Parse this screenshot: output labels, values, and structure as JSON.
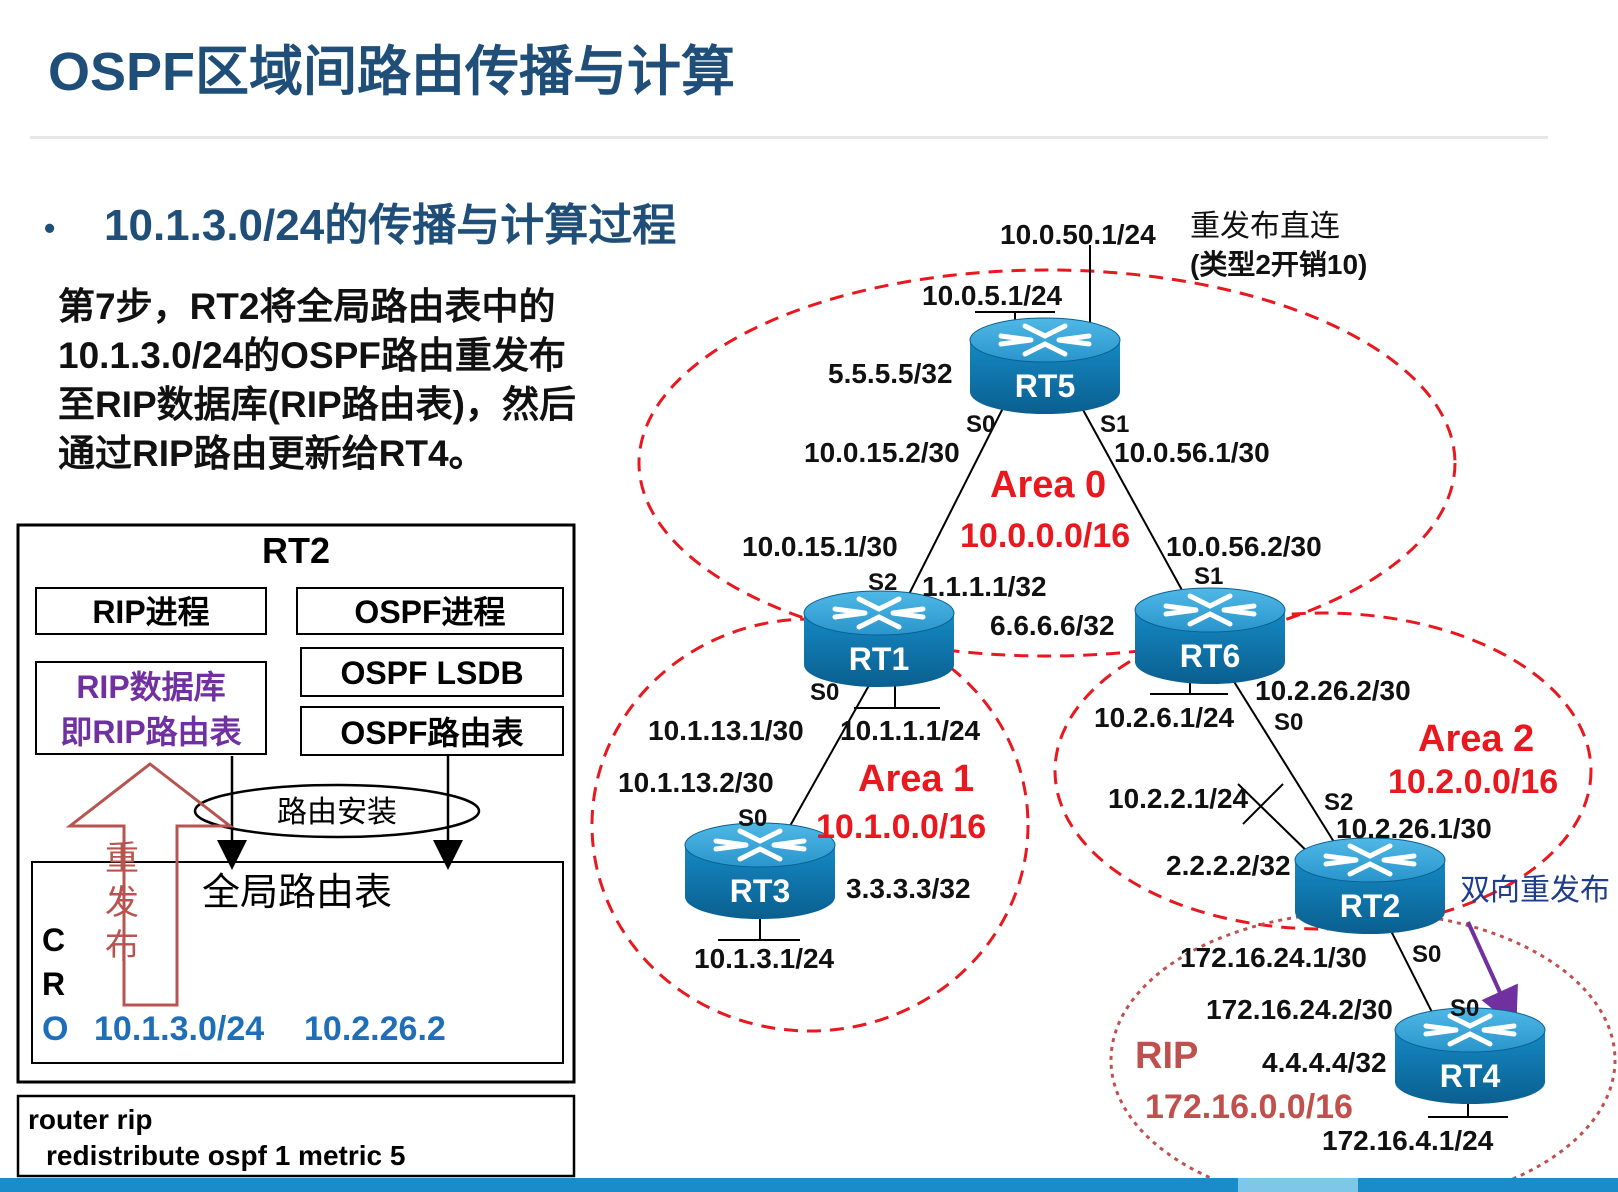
{
  "title": "OSPF区域间路由传播与计算",
  "bullet": "10.1.3.0/24的传播与计算过程",
  "description": [
    "第7步，RT2将全局路由表中的",
    "10.1.3.0/24的OSPF路由重发布",
    "至RIP数据库(RIP路由表)，然后",
    "通过RIP路由更新给RT4。"
  ],
  "rt2_box": {
    "title": "RT2",
    "rip_process": "RIP进程",
    "ospf_process": "OSPF进程",
    "rip_db_line1": "RIP数据库",
    "rip_db_line2": "即RIP路由表",
    "ospf_lsdb": "OSPF LSDB",
    "ospf_route_table": "OSPF路由表",
    "route_install": "路由安装",
    "global_table": "全局路由表",
    "redistribute_chars": [
      "重",
      "发",
      "布"
    ],
    "code_c": "C",
    "code_r": "R",
    "code_o": "O",
    "route_prefix": "10.1.3.0/24",
    "route_nexthop": "10.2.26.2"
  },
  "config": {
    "line1": "router rip",
    "line2": "redistribute ospf 1 metric 5"
  },
  "routers": {
    "rt5": "RT5",
    "rt1": "RT1",
    "rt6": "RT6",
    "rt3": "RT3",
    "rt2": "RT2",
    "rt4": "RT4"
  },
  "areas": {
    "area0_name": "Area 0",
    "area0_net": "10.0.0.0/16",
    "area1_name": "Area 1",
    "area1_net": "10.1.0.0/16",
    "area2_name": "Area 2",
    "area2_net": "10.2.0.0/16",
    "rip_name": "RIP",
    "rip_net": "172.16.0.0/16"
  },
  "labels": {
    "rt5_ext": "10.0.50.1/24",
    "ext_note1": "重发布直连",
    "ext_note2": "(类型2开销10)",
    "rt5_lan": "10.0.5.1/24",
    "rt5_loop": "5.5.5.5/32",
    "rt5_s0": "S0",
    "rt5_s1": "S1",
    "l_15_2": "10.0.15.2/30",
    "l_56_1": "10.0.56.1/30",
    "l_15_1": "10.0.15.1/30",
    "l_56_2": "10.0.56.2/30",
    "rt1_s2": "S2",
    "rt1_loop": "1.1.1.1/32",
    "rt6_loop": "6.6.6.6/32",
    "rt6_s1": "S1",
    "rt1_s0": "S0",
    "l_13_1": "10.1.13.1/30",
    "l_1_1": "10.1.1.1/24",
    "l_13_2": "10.1.13.2/30",
    "rt3_s0": "S0",
    "rt3_loop": "3.3.3.3/32",
    "l_1_3": "10.1.3.1/24",
    "l_6_1": "10.2.6.1/24",
    "l_26_2": "10.2.26.2/30",
    "rt6_s0": "S0",
    "l_2_1": "10.2.2.1/24",
    "rt2_s2": "S2",
    "l_26_1": "10.2.26.1/30",
    "rt2_loop": "2.2.2.2/32",
    "bidir": "双向重发布",
    "l_24_1": "172.16.24.1/30",
    "rt2_s0": "S0",
    "l_24_2": "172.16.24.2/30",
    "rt4_s0": "S0",
    "rt4_loop": "4.4.4.4/32",
    "l_4_1": "172.16.4.1/24"
  },
  "colors": {
    "title": "#1f4e79",
    "area_red": "#e8181e",
    "rip_red": "#c0504d",
    "route_blue": "#1f6fb8",
    "redist_arrow": "#b85450",
    "purple": "#7030a0",
    "router_top": "#3aa7d8",
    "router_body": "#0f7fb8"
  }
}
